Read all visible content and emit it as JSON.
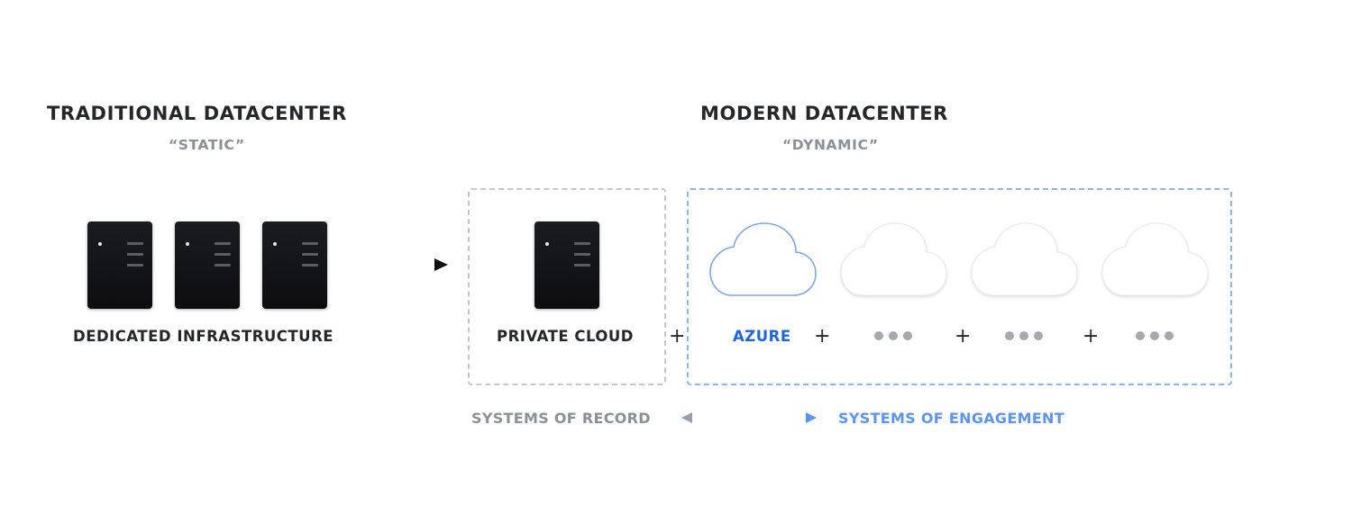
{
  "traditional": {
    "title": "TRADITIONAL DATACENTER",
    "subtitle": "“STATIC”",
    "servers_label": "DEDICATED INFRASTRUCTURE",
    "servers": [
      "server",
      "server",
      "server"
    ]
  },
  "modern": {
    "title": "MODERN DATACENTER",
    "subtitle": "“DYNAMIC”",
    "private_cloud_label": "PRIVATE CLOUD",
    "clouds": [
      {
        "label": "AZURE",
        "highlighted": true
      },
      {
        "label": "•••",
        "highlighted": false
      },
      {
        "label": "•••",
        "highlighted": false
      },
      {
        "label": "•••",
        "highlighted": false
      }
    ],
    "plus": "+"
  },
  "bottom": {
    "systems_of_record": "SYSTEMS OF RECORD",
    "systems_of_engagement": "SYSTEMS OF ENGAGEMENT"
  },
  "colors": {
    "text_dark": "#25272c",
    "text_gray": "#8a8f98",
    "azure_blue": "#1f64e0",
    "engagement_blue": "#5b95ef",
    "dashed_gray": "#c4c7cc",
    "dashed_blue": "#8db4ee",
    "server_black": "#111114"
  }
}
